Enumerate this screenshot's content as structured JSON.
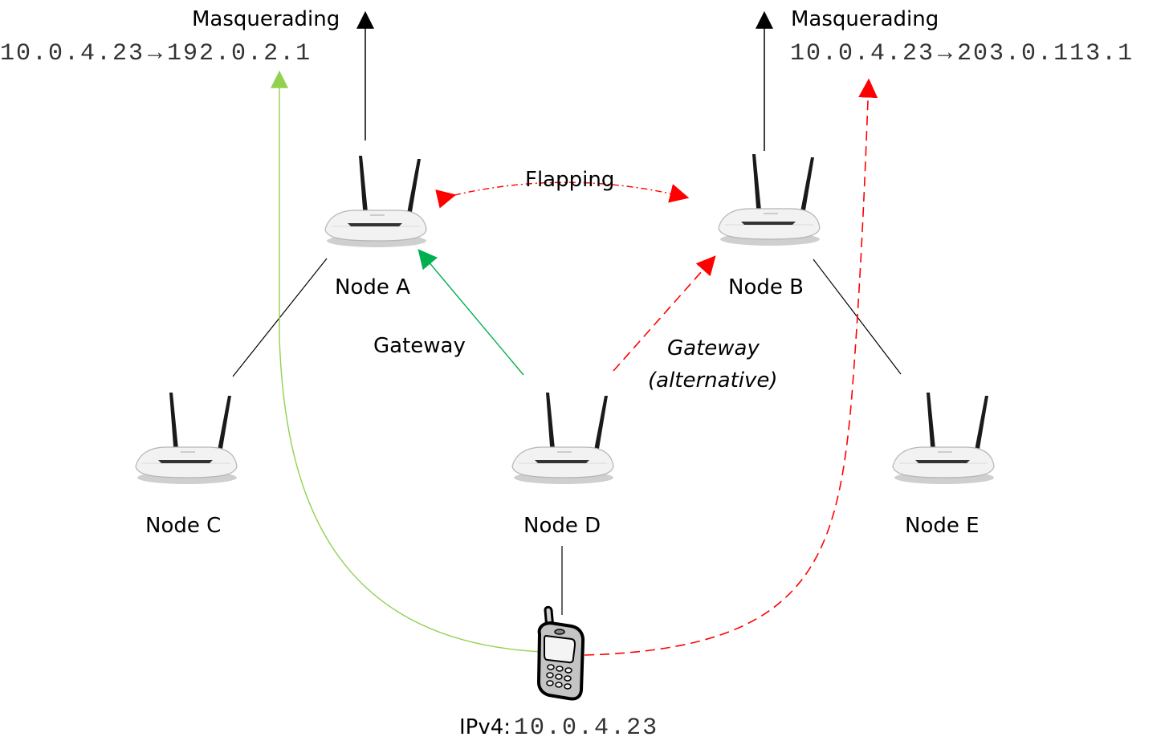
{
  "left_gateway": {
    "heading": "Masquerading",
    "src_ip": "10.0.4.23",
    "arrow": "→",
    "dst_ip": "192.0.2.1"
  },
  "right_gateway": {
    "heading": "Masquerading",
    "src_ip": "10.0.4.23",
    "arrow": "→",
    "dst_ip": "203.0.113.1"
  },
  "flapping_label": "Flapping",
  "gateway_label": "Gateway",
  "gateway_alt_label_line1": "Gateway",
  "gateway_alt_label_line2": "(alternative)",
  "nodes": {
    "a": "Node A",
    "b": "Node B",
    "c": "Node C",
    "d": "Node D",
    "e": "Node E"
  },
  "client": {
    "ip_label": "IPv4:",
    "ip_value": "10.0.4.23"
  },
  "colors": {
    "green_light": "#92d050",
    "green_dark": "#00b050",
    "red": "#ff0000",
    "black": "#000000"
  },
  "icons": {
    "router": "wifi-router-icon",
    "phone": "mobile-phone-icon"
  }
}
